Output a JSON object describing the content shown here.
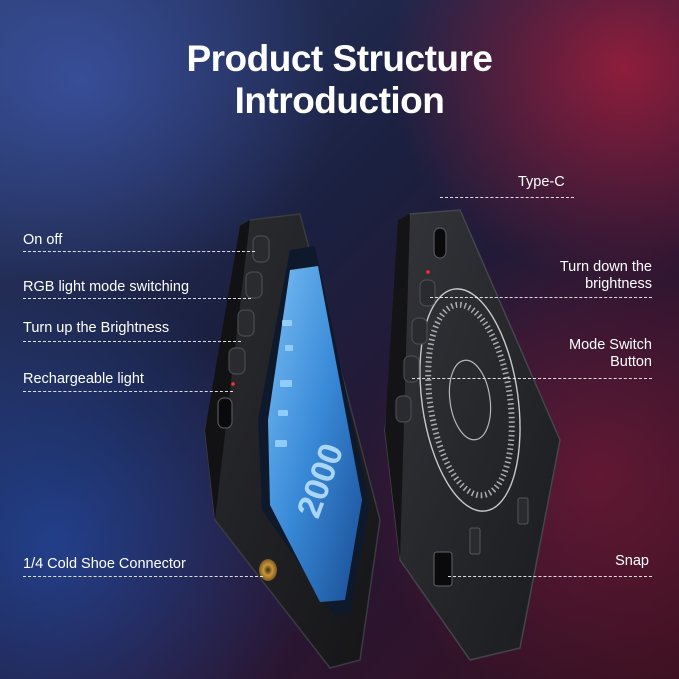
{
  "title": {
    "line1": "Product Structure",
    "line2": "Introduction"
  },
  "labels": {
    "on_off": "On off",
    "rgb_mode": "RGB light mode switching",
    "brightness_up": "Turn up the Brightness",
    "rechargeable": "Rechargeable light",
    "cold_shoe": "1/4 Cold Shoe Connector",
    "type_c": "Type-C",
    "brightness_down_1": "Turn down the",
    "brightness_down_2": "brightness",
    "mode_switch_1": "Mode Switch",
    "mode_switch_2": "Button",
    "snap": "Snap"
  },
  "colors": {
    "accent_blue": "#3aa8ff",
    "device_body": "#1e1f22"
  }
}
